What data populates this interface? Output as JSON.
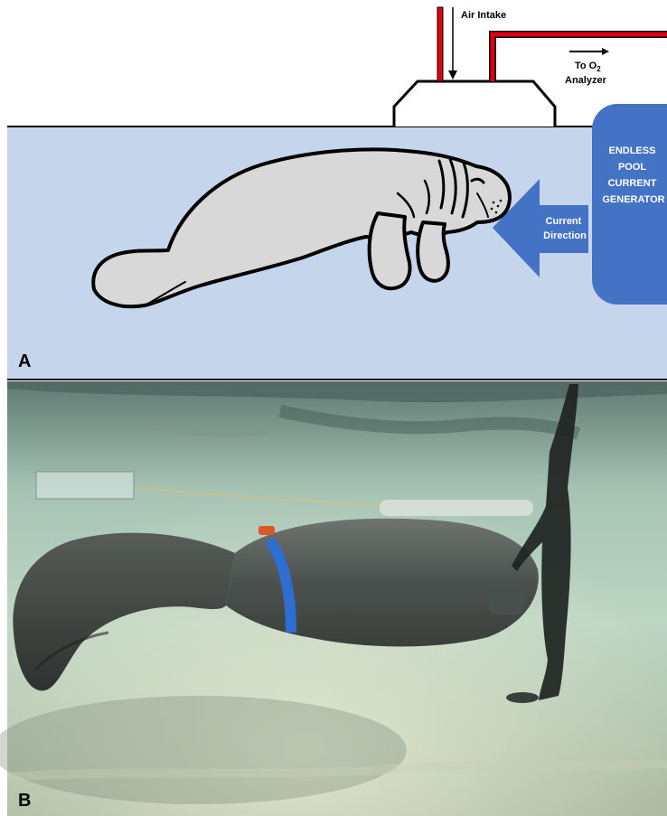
{
  "panel_a": {
    "label": "A",
    "air_intake_label": "Air Intake",
    "to_o2_line1": "To O",
    "to_o2_subscript": "2",
    "to_o2_line2": "Analyzer",
    "current_direction_line1": "Current",
    "current_direction_line2": "Direction",
    "generator_lines": [
      "ENDLESS",
      "POOL",
      "CURRENT",
      "GENERATOR"
    ]
  },
  "panel_b": {
    "label": "B"
  },
  "colors": {
    "water": "#c5d5ec",
    "generator": "#4472c4",
    "tube_red": "#e0000f",
    "manatee": "#d8d8d8",
    "outline": "#000000"
  }
}
